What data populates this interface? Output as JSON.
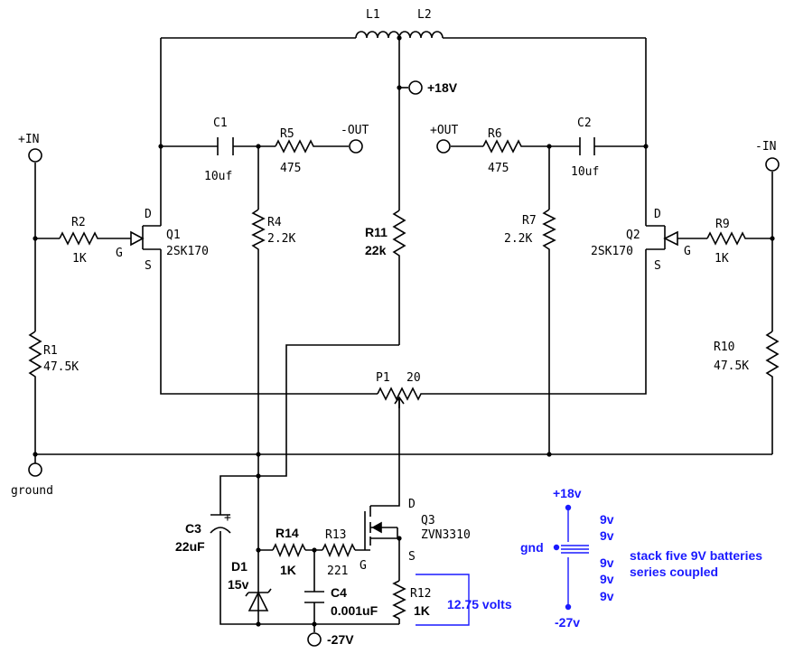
{
  "terminals": {
    "in_pos": "+IN",
    "in_neg": "-IN",
    "out_neg": "-OUT",
    "out_pos": "+OUT",
    "ground": "ground",
    "v_pos": "+18V",
    "v_neg": "-27V"
  },
  "inductors": {
    "l1": "L1",
    "l2": "L2"
  },
  "q1": {
    "ref": "Q1",
    "part": "2SK170",
    "drain": "D",
    "gate": "G",
    "source": "S"
  },
  "q2": {
    "ref": "Q2",
    "part": "2SK170",
    "drain": "D",
    "gate": "G",
    "source": "S"
  },
  "q3": {
    "ref": "Q3",
    "part": "ZVN3310",
    "drain": "D",
    "gate": "G",
    "source": "S"
  },
  "c1": {
    "ref": "C1",
    "value": "10uf"
  },
  "c2": {
    "ref": "C2",
    "value": "10uf"
  },
  "c3": {
    "ref": "C3",
    "value": "22uF",
    "polarity": "+"
  },
  "c4": {
    "ref": "C4",
    "value": "0.001uF"
  },
  "r1": {
    "ref": "R1",
    "value": "47.5K"
  },
  "r2": {
    "ref": "R2",
    "value": "1K"
  },
  "r4": {
    "ref": "R4",
    "value": "2.2K"
  },
  "r5": {
    "ref": "R5",
    "value": "475"
  },
  "r6": {
    "ref": "R6",
    "value": "475"
  },
  "r7": {
    "ref": "R7",
    "value": "2.2K"
  },
  "r9": {
    "ref": "R9",
    "value": "1K"
  },
  "r10": {
    "ref": "R10",
    "value": "47.5K"
  },
  "r11": {
    "ref": "R11",
    "value": "22k"
  },
  "r12": {
    "ref": "R12",
    "value": "1K"
  },
  "r13": {
    "ref": "R13",
    "value": "221"
  },
  "r14": {
    "ref": "R14",
    "value": "1K"
  },
  "p1": {
    "ref": "P1",
    "value": "20"
  },
  "d1": {
    "ref": "D1",
    "value": "15v"
  },
  "annotation": {
    "voltage": "12.75 volts"
  },
  "battery": {
    "top": "+18v",
    "middle": "gnd",
    "bottom": "-27v",
    "cells": [
      "9v",
      "9v",
      "9v",
      "9v",
      "9v"
    ],
    "note_line1": "stack five 9V batteries",
    "note_line2": "series coupled"
  },
  "colors": {
    "annotation": "#1a1aff",
    "ink": "#000000",
    "background": "#ffffff"
  }
}
